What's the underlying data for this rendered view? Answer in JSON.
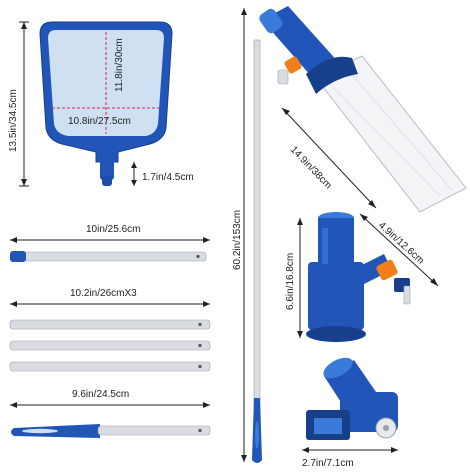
{
  "colors": {
    "blue": "#2155b8",
    "blue_light": "#3a7ad8",
    "blue_dark": "#173f8c",
    "mesh": "#cfe0f2",
    "orange": "#f07f1a",
    "metal": "#d9dde2",
    "bag": "#f2f4f6",
    "dim_line": "#222222",
    "measure_red": "#d4264f"
  },
  "labels": {
    "net_height": "13.5in/34.5cm",
    "net_inner_height": "11.8in/30cm",
    "net_inner_width": "10.8in/27.5cm",
    "net_neck": "1.7in/4.5cm",
    "pole_top_section": "10in/25.6cm",
    "pole_mid_sections": "10.2in/26cmX3",
    "pole_bottom_section": "9.6in/24.5cm",
    "pole_total": "60.2in/153cm",
    "bag_length": "14.9in/38cm",
    "vacuum_head_width": "4.9in/12.6cm",
    "vacuum_head_height": "6.6in/16.8cm",
    "brush_width": "2.7in/7.1cm"
  }
}
